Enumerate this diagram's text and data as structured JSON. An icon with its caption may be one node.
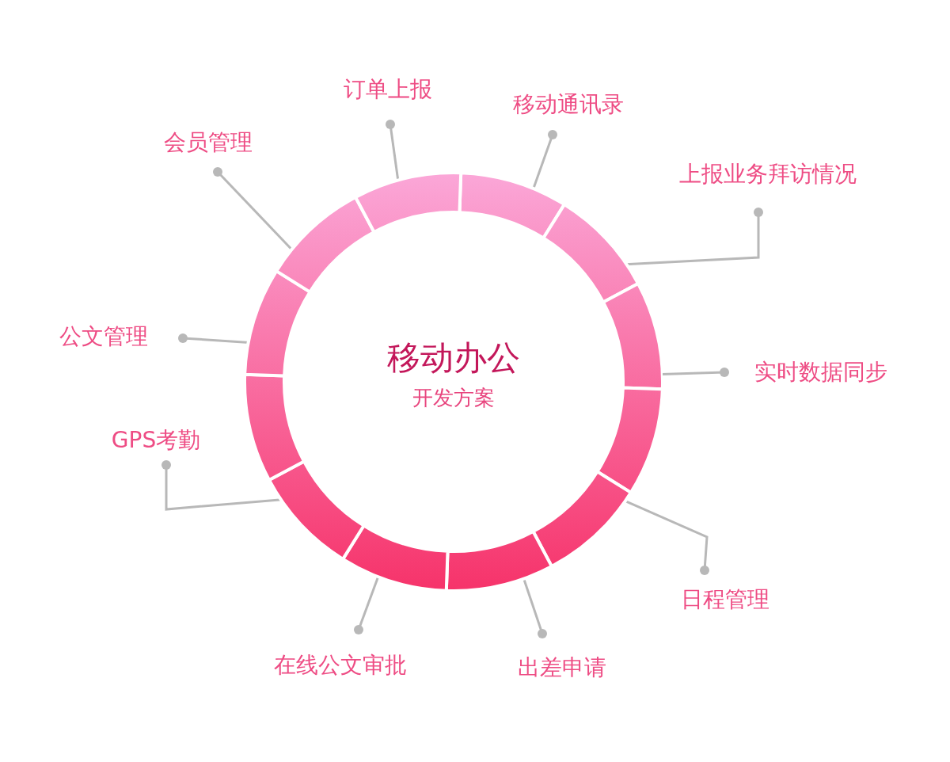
{
  "diagram": {
    "nodes": [
      {
        "text": [
          "移动办公",
          "开发方案"
        ]
      },
      {
        "text": [
          "订单上报"
        ]
      },
      {
        "text": [
          "移动通讯录"
        ]
      },
      {
        "text": [
          "会员管理"
        ]
      },
      {
        "text": [
          "上报业务拜访情况"
        ]
      },
      {
        "text": [
          "公文管理"
        ]
      },
      {
        "text": [
          "实时数据同步"
        ]
      },
      {
        "text": [
          "GPS考勤"
        ]
      },
      {
        "text": [
          "日程管理"
        ]
      },
      {
        "text": [
          "在线公文审批"
        ]
      },
      {
        "text": [
          "出差申请"
        ]
      }
    ],
    "edges": [
      {
        "from": 1,
        "to": 0,
        "arrow": "other"
      },
      {
        "from": 2,
        "to": 0,
        "arrow": "other"
      },
      {
        "from": 3,
        "to": 0,
        "arrow": "other"
      },
      {
        "from": 4,
        "to": 0,
        "arrow": "other"
      },
      {
        "from": 5,
        "to": 0,
        "arrow": "other"
      },
      {
        "from": 6,
        "to": 0,
        "arrow": "other"
      },
      {
        "from": 7,
        "to": 0,
        "arrow": "other"
      },
      {
        "from": 8,
        "to": 0,
        "arrow": "other"
      },
      {
        "from": 9,
        "to": 0,
        "arrow": "other"
      },
      {
        "from": 10,
        "to": 0,
        "arrow": "other"
      }
    ]
  }
}
